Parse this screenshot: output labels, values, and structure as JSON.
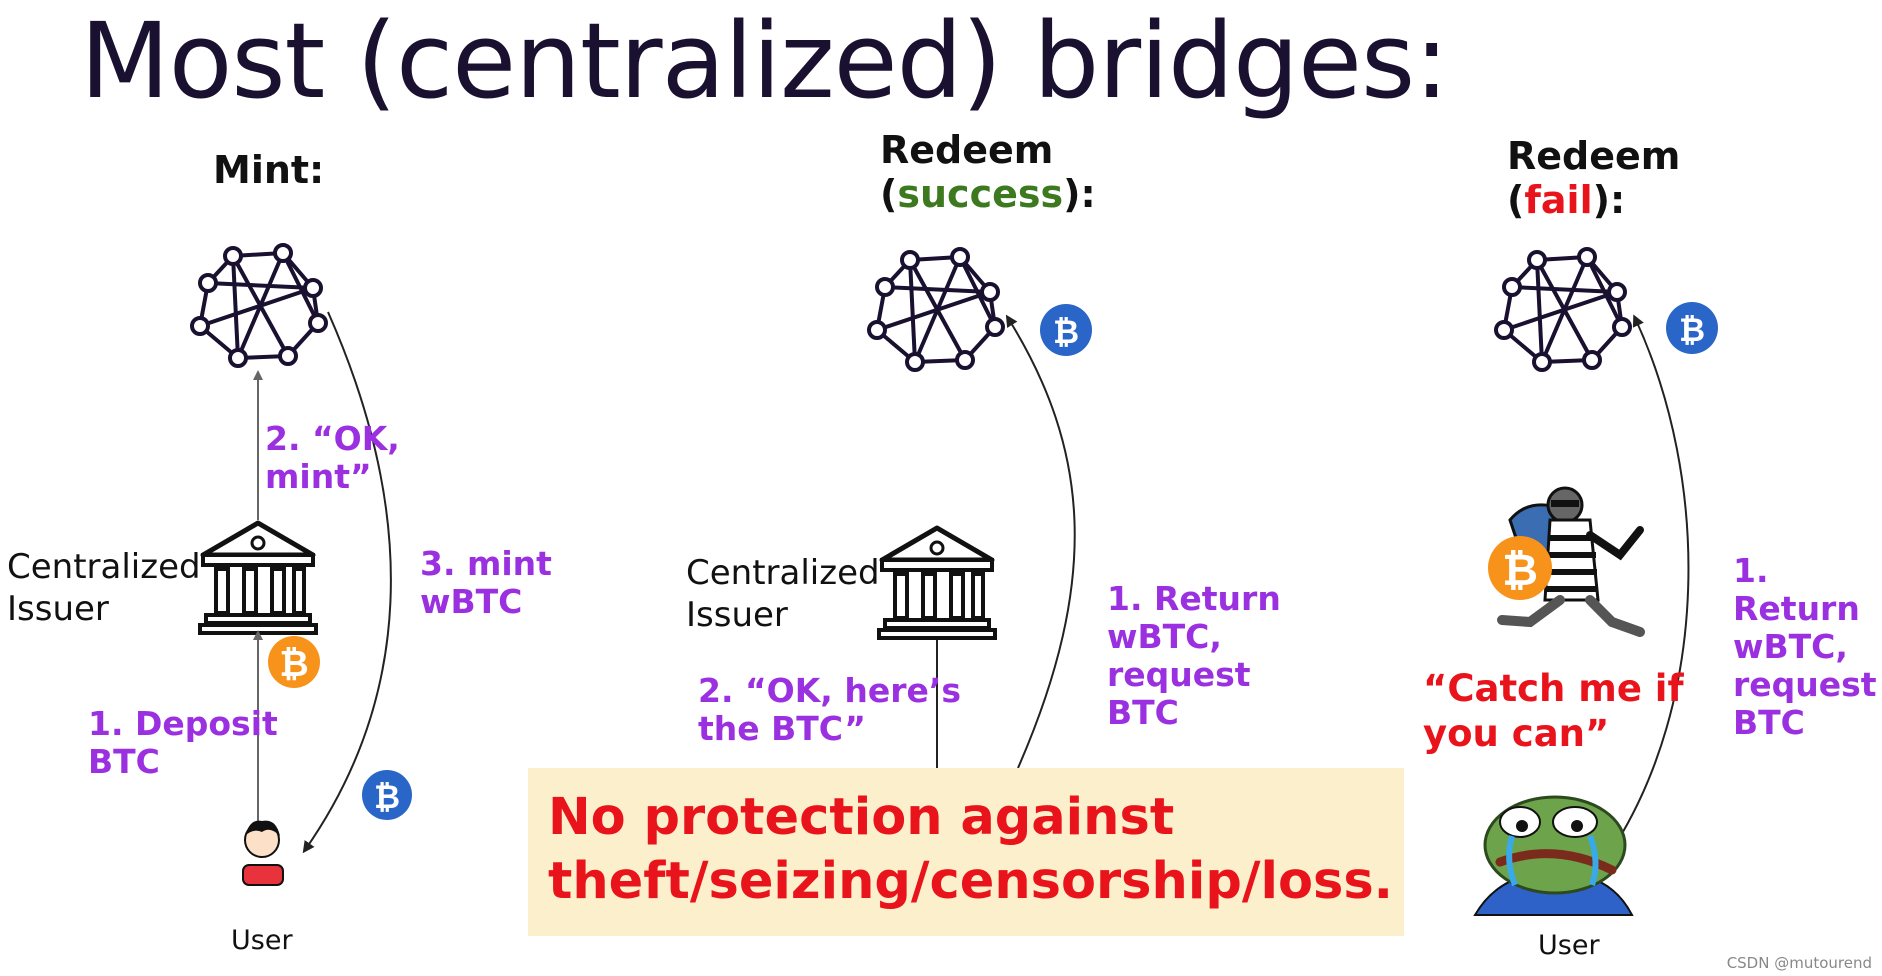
{
  "title": "Most (centralized) bridges:",
  "mint": {
    "heading": "Mint:",
    "issuer_line1": "Centralized",
    "issuer_line2": "Issuer",
    "step1_line1": "1. Deposit",
    "step1_line2": "BTC",
    "step2_line1": "2. “OK,",
    "step2_line2": "mint”",
    "step3_line1": "3. mint",
    "step3_line2": "wBTC",
    "user_label": "User"
  },
  "redeem_success": {
    "heading_line1": "Redeem",
    "paren_open": "(",
    "status_word": "success",
    "paren_close": "):",
    "issuer_line1": "Centralized",
    "issuer_line2": "Issuer",
    "step1_line1": "1. Return",
    "step1_line2": "wBTC,",
    "step1_line3": "request",
    "step1_line4": "BTC",
    "step2_line1": "2. “OK, here’s",
    "step2_line2": "the BTC”"
  },
  "redeem_fail": {
    "heading_line1": "Redeem",
    "paren_open": "(",
    "status_word": "fail",
    "paren_close": "):",
    "thief_quote_line1": "“Catch me if",
    "thief_quote_line2": "you can”",
    "step1_line1": "1. Return",
    "step1_line2": "wBTC,",
    "step1_line3": "request",
    "step1_line4": "BTC",
    "user_label": "User"
  },
  "warning": {
    "line1": "No protection against",
    "line2": "theft/seizing/censorship/loss."
  },
  "watermark": "CSDN @mutourend",
  "colors": {
    "purple_label": "#9b30e0",
    "red_alert": "#e8131b",
    "green_success": "#3d7a1f",
    "btc_orange": "#f7931a",
    "wbtc_blue": "#2a66c8",
    "warning_bg": "#fcf0cc",
    "title_ink": "#1a1030"
  },
  "icons": [
    "network-icon",
    "bank-icon",
    "bitcoin-icon",
    "wbtc-icon",
    "user-icon",
    "thief-icon",
    "crying-frog-icon"
  ]
}
